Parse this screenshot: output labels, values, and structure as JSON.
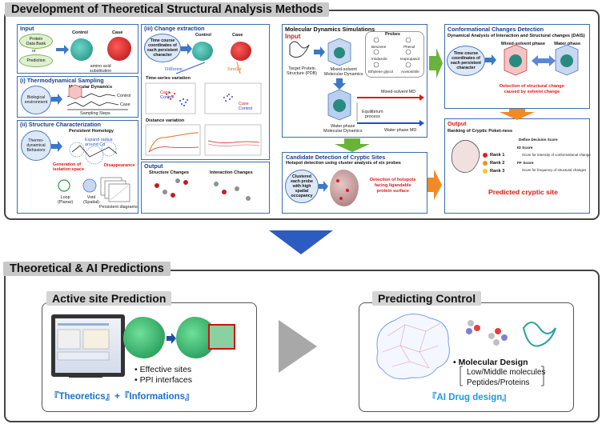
{
  "top": {
    "title": "Development of Theoretical Structural Analysis Methods",
    "input": {
      "label": "Input",
      "db_line1": "Protein",
      "db_line2": "Data Bank",
      "or": "or",
      "prediction": "Prediction",
      "control": "Control",
      "case": "Case",
      "substitution": "amino acid",
      "substitution2": "substitution"
    },
    "thermo": {
      "label": "(i) Thermodynamical Sampling",
      "env1": "Biological",
      "env2": "environment",
      "md": "Molecular Dynamics",
      "control": "Control",
      "case": "Case",
      "steps": "Sampling Steps"
    },
    "structure": {
      "label": "(ii) Structure Characterization",
      "thermo1": "Thermo-",
      "thermo2": "dynamical",
      "thermo3": "Behaviors",
      "homology": "Persistent Homology",
      "expand1": "Expand radius",
      "expand2": "around Cα",
      "gen1": "Generation of",
      "gen2": "isolation space",
      "disappear": "Disappearance",
      "loop1": "Loop",
      "loop2": "(Planar)",
      "void1": "Void",
      "void2": "(Spatial)",
      "diagrams": "Persistent diagrams"
    },
    "change": {
      "label": "(iii) Change extraction",
      "tc1": "Time course",
      "tc2": "coordinates of",
      "tc3": "each persistent",
      "tc4": "character",
      "control": "Control",
      "case": "Case",
      "different": "Different",
      "similar": "Similar",
      "ts": "Time-series variation",
      "case_leg": "Case",
      "control_leg": "Control",
      "dv": "Distance variation"
    },
    "output": {
      "label": "Output",
      "structure_changes": "Structure Changes",
      "interaction_changes": "Interaction Changes"
    },
    "md": {
      "label": "Molecular Dynamics Simulations",
      "input": "Input",
      "target1": "Target Protein",
      "target2": "Structure (PDB)",
      "mixed1": "Mixed-solvent",
      "mixed2": "Molecular Dynamics",
      "probes": "Probes",
      "p1": "Benzene",
      "p2": "Phenol",
      "p3": "Imidazole",
      "p4": "Isopropanol",
      "p5": "Ethylene glycol",
      "p6": "Acetonitrile",
      "mixed_md": "Mixed-solvent MD",
      "eq1": "Equilibrium",
      "eq2": "process",
      "water_md": "Water phase MD",
      "water1": "Water phase",
      "water2": "Molecular Dynamics"
    },
    "cryptic": {
      "label": "Candidate Detection of Cryptic Sites",
      "sub": "Hotspot detection using cluster analysis of six probes",
      "c1": "Clustered",
      "c2": "each probe",
      "c3": "with high",
      "c4": "spatial",
      "c5": "occupancy",
      "d1": "Detection of hotspots",
      "d2": "facing ligandable",
      "d3": "protein surface"
    },
    "conf": {
      "label": "Conformational Changes Detection",
      "sub": "Dynamical Analysis of Interaction and Structural changes (DAIS)",
      "tc1": "Time course",
      "tc2": "coordinates of",
      "tc3": "each persistent",
      "tc4": "character",
      "mixed": "Mixed-solvent phase",
      "water": "Water phase",
      "det1": "Detection of structural change",
      "det2": "caused by solvent change"
    },
    "out2": {
      "label": "Output",
      "ranking": "Ranking of Cryptic Poket-ness",
      "define": "Define Decision Score",
      "rank1": "Rank 1",
      "rank2": "Rank 2",
      "rank3": "Rank 3",
      "id": "ID Score",
      "id_desc": "Score for intensity of conformational change",
      "ff": "FF Score",
      "ff_desc": "Score for frequency of structural changes",
      "predicted": "Predicted cryptic site"
    }
  },
  "bottom": {
    "title": "Theoretical & AI Predictions",
    "active": {
      "title": "Active site Prediction",
      "e1": "Effective sites",
      "e2": "PPI interfaces",
      "footer": "『Theoretics』+『Informations』"
    },
    "control": {
      "title": "Predicting Control",
      "design": "Molecular Design",
      "l1": "Low/Middle molecules",
      "l2": "Peptides/Proteins",
      "footer": "『AI Drug design』"
    }
  },
  "colors": {
    "frame_blue": "#3a6fb0",
    "accent_red": "#e01818",
    "arrow_green": "#6ab23a",
    "arrow_orange": "#f08a24",
    "arrow_blue": "#2d5cc0"
  }
}
